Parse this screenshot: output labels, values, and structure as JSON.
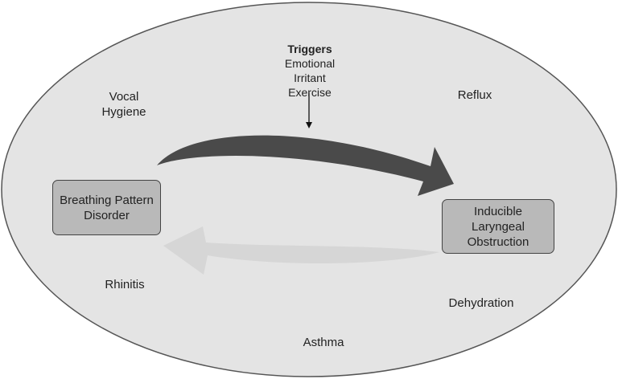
{
  "triggers": {
    "title": "Triggers",
    "items": [
      "Emotional",
      "Irritant",
      "Exercise"
    ]
  },
  "labels": {
    "vocal_hygiene_1": "Vocal",
    "vocal_hygiene_2": "Hygiene",
    "reflux": "Reflux",
    "rhinitis": "Rhinitis",
    "dehydration": "Dehydration",
    "asthma": "Asthma"
  },
  "boxes": {
    "bpd": "Breathing Pattern Disorder",
    "ilo": "Inducible Laryngeal Obstruction"
  },
  "colors": {
    "ellipse_fill": "#e4e4e4",
    "ellipse_stroke": "#555555",
    "box_fill": "#b9b9b9",
    "arrow_dark": "#4a4a4a",
    "arrow_light": "#d6d6d6"
  }
}
